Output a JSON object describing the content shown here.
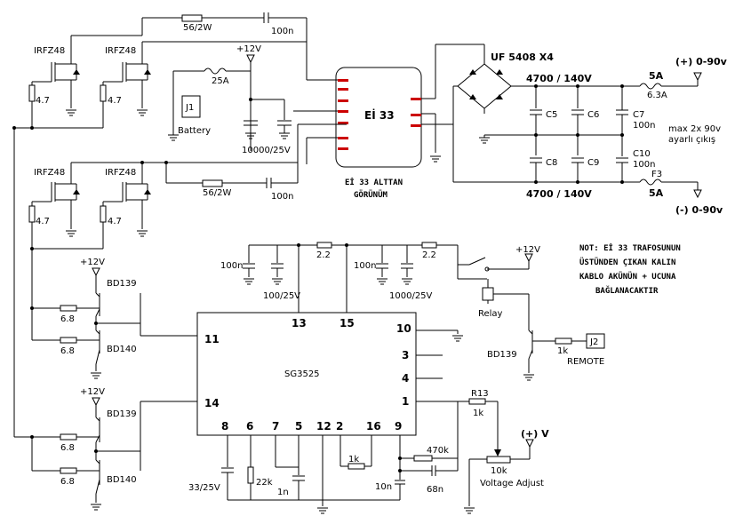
{
  "labels": {
    "q1": "IRFZ48",
    "q2": "IRFZ48",
    "q3": "IRFZ48",
    "q4": "IRFZ48",
    "r_g1": "4.7",
    "r_g2": "4.7",
    "r_g3": "4.7",
    "r_g4": "4.7",
    "snub_top_r": "56/2W",
    "snub_top_c": "100n",
    "snub_bot_r": "56/2W",
    "snub_bot_c": "100n",
    "plus12_top": "+12V",
    "fuse_batt": "25A",
    "j1": "J1",
    "battery": "Battery",
    "cap_batt": "10000/25V",
    "transformer": "Eİ 33",
    "transformer_note_1": "Eİ 33 ALTTAN",
    "transformer_note_2": "GÖRÜNÜM",
    "bridge": "UF 5408 X4",
    "cap_top": "4700 / 140V",
    "cap_bot": "4700 / 140V",
    "c5": "C5",
    "c6": "C6",
    "c7": "C7",
    "c7v": "100n",
    "c8": "C8",
    "c9": "C9",
    "c10": "C10",
    "c10v": "100n",
    "fuse_out_top": "5A",
    "fuse_out_top_v": "6.3A",
    "fuse_out_bot": "F3",
    "fuse_out_bot_v": "5A",
    "out_pos": "(+) 0-90v",
    "out_neg": "(-) 0-90v",
    "out_note_1": "max 2x 90v",
    "out_note_2": "ayarlı çıkış",
    "c_100n_a": "100n",
    "c_100_25": "100/25V",
    "r_22a": "2.2",
    "c_100n_b": "100n",
    "c_1000_25": "1000/25V",
    "r_22b": "2.2",
    "relay": "Relay",
    "plus12_relay": "+12V",
    "bd139_relay": "BD139",
    "r_1k_remote": "1k",
    "j2": "J2",
    "remote": "REMOTE",
    "note_1": "NOT: Eİ 33 TRAFOSUNUN",
    "note_2": "ÜSTÜNDEN ÇIKAN KALIN",
    "note_3": "KABLO AKÜNÜN + UCUNA",
    "note_4": "BAĞLANACAKTIR",
    "plus12_drv1": "+12V",
    "bd139_a": "BD139",
    "bd140_a": "BD140",
    "r68_a": "6.8",
    "r68_b": "6.8",
    "plus12_drv2": "+12V",
    "bd139_b": "BD139",
    "bd140_b": "BD140",
    "r68_c": "6.8",
    "r68_d": "6.8",
    "ic": "SG3525",
    "p13": "13",
    "p15": "15",
    "p10": "10",
    "p11": "11",
    "p3": "3",
    "p4": "4",
    "p14": "14",
    "p1": "1",
    "p8": "8",
    "p6": "6",
    "p7": "7",
    "p5": "5",
    "p12": "12",
    "p2": "2",
    "p16": "16",
    "p9": "9",
    "r13": "R13",
    "r13v": "1k",
    "pos_v": "(+) V",
    "r_1k_ic": "1k",
    "r_470k": "470k",
    "c_10n": "10n",
    "c_68n": "68n",
    "pot_10k": "10k",
    "voltage_adjust": "Voltage Adjust",
    "c_33_25": "33/25V",
    "r_22k": "22k",
    "c_1n": "1n"
  }
}
